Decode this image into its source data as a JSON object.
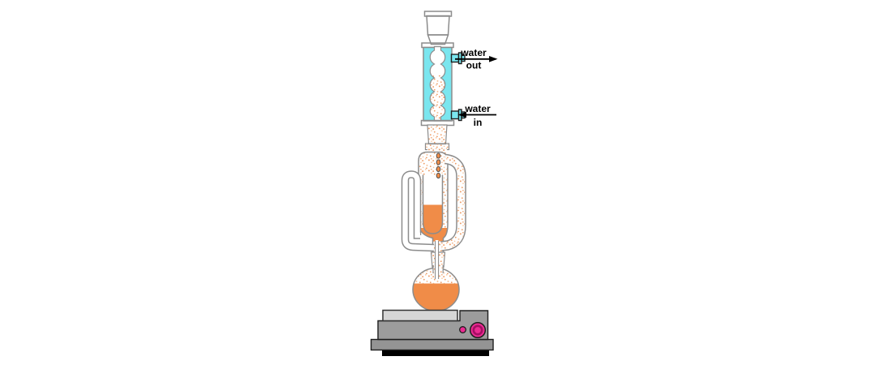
{
  "background": "#FFFFFF",
  "labels": {
    "water_out": {
      "line1": "water",
      "line2": "out"
    },
    "water_in": {
      "line1": "water",
      "line2": "in"
    }
  },
  "colors": {
    "cooling-water": "#7AE6EF",
    "solvent-liquid": "#F08C48",
    "vapor-speckle": "#ED9D66",
    "vapor-speckle-light": "#F6C29A",
    "glass-outline": "#8C8C8C",
    "label-ink": "#000000",
    "hotplate-top": "#D6D6D6",
    "hotplate-body": "#9C9C9C",
    "hotplate-base": "#949494",
    "hotplate-outline": "#1E1E1E",
    "knob-pink": "#EB2B92",
    "knob-ring": "#A50E63",
    "shadow-black": "#000000"
  }
}
